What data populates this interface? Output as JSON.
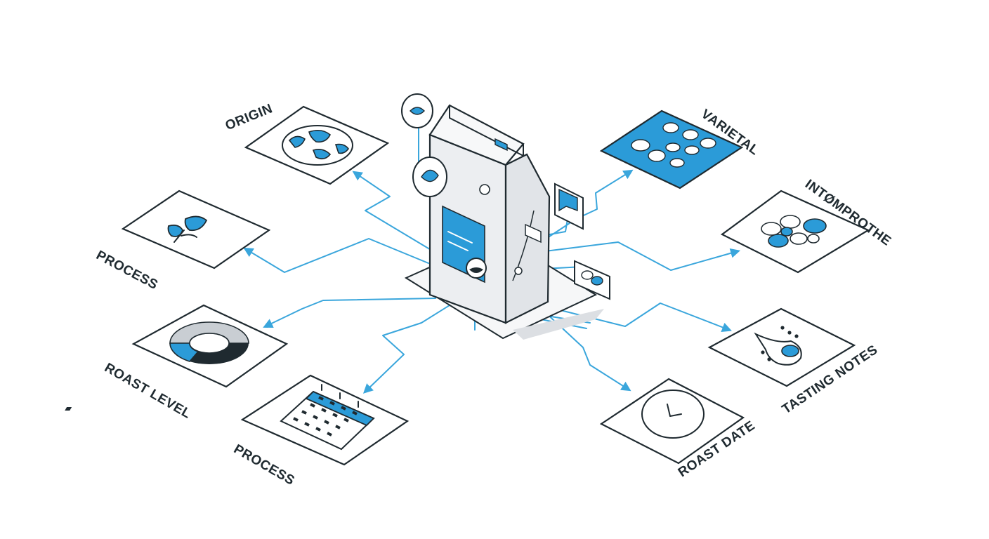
{
  "labels": {
    "origin": "ORIGIN",
    "process_top": "PROCESS",
    "roast_level": "ROAST LEVEL",
    "process_bottom": "PROCESS",
    "varietal": "VARIETAL",
    "intomprothe": "INTØMPROTHE",
    "tasting_notes": "TASTING NOTES",
    "roast_date": "ROAST DATE"
  },
  "colors": {
    "accent": "#2b9bd8",
    "line": "#3aa6dc",
    "ink": "#1f2a30",
    "bag": "#f2f3f5"
  },
  "icons": {
    "origin": "globe-icon",
    "process_top": "leaf-icon",
    "roast_level": "donut-gauge-icon",
    "process_bottom": "calendar-icon",
    "varietal": "beans-grid-icon",
    "intomprothe": "cluster-icon",
    "tasting_notes": "droplet-icon",
    "roast_date": "clock-icon",
    "center": "coffee-bag-icon"
  }
}
